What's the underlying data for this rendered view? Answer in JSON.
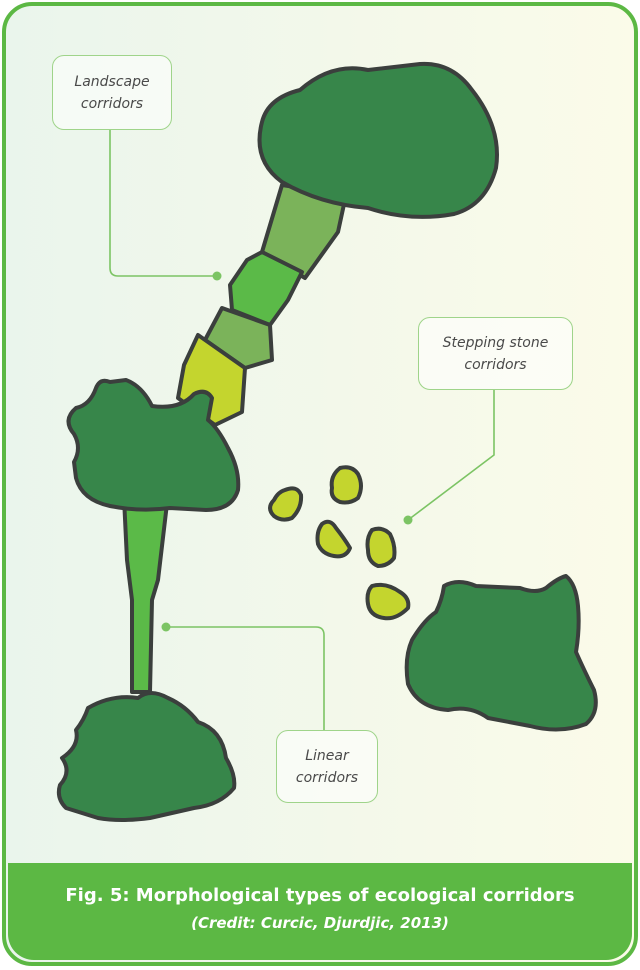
{
  "labels": {
    "landscape": [
      "Landscape",
      "corridors"
    ],
    "stepping": [
      "Stepping stone",
      "corridors"
    ],
    "linear": [
      "Linear",
      "corridors"
    ]
  },
  "caption": {
    "title": "Fig. 5: Morphological types of ecological corridors",
    "credit": "(Credit: Curcic, Djurdjic, 2013)"
  },
  "colors": {
    "border": "#5cb844",
    "habitat": "#37864a",
    "outline": "#3b3f3d",
    "corridor_mid": "#7bb35a",
    "corridor_bright": "#5bba48",
    "corridor_light": "#c4d52e",
    "leader": "#7cc464"
  }
}
